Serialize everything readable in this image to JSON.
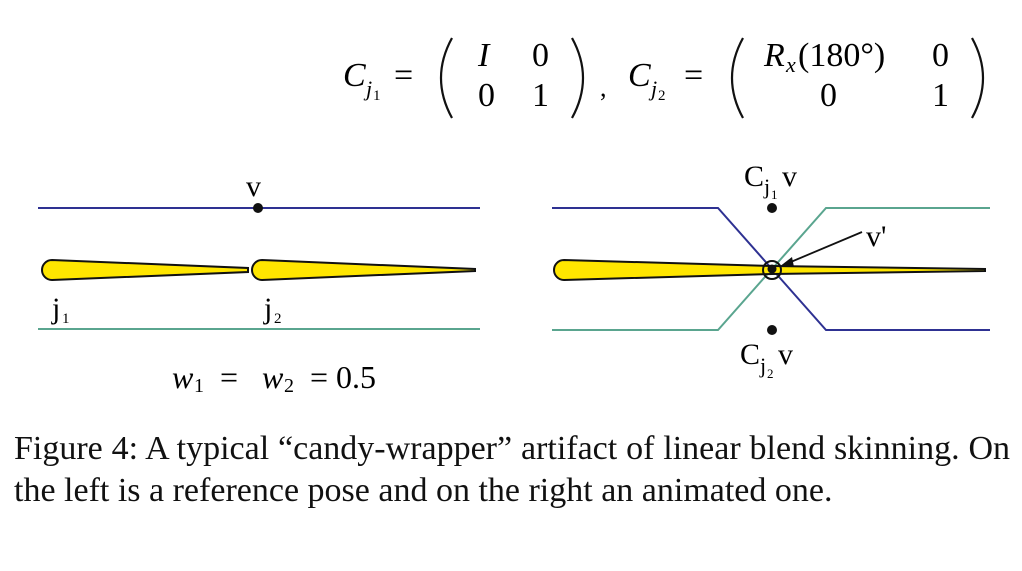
{
  "equation": {
    "c_symbol": "C",
    "j_symbol": "j",
    "sub1": "1",
    "sub2": "2",
    "equals": "=",
    "separator": ",",
    "m1": {
      "a": "I",
      "b": "0",
      "c": "0",
      "d": "1"
    },
    "m2": {
      "a_func": "R",
      "a_sub": "x",
      "a_arg": "(180°)",
      "b": "0",
      "c": "0",
      "d": "1"
    }
  },
  "left_panel": {
    "vertex_label": "v",
    "joint1_label": "j",
    "joint1_sub": "1",
    "joint2_label": "j",
    "joint2_sub": "2",
    "weights_w1": "w",
    "weights_w1_sub": "1",
    "weights_mid": "=",
    "weights_w2": "w",
    "weights_w2_sub": "2",
    "weights_value": "= 0.5"
  },
  "right_panel": {
    "top_label_c": "C",
    "top_label_j": "j",
    "top_label_sub": "1",
    "top_label_v": "v",
    "bottom_label_c": "C",
    "bottom_label_j": "j",
    "bottom_label_sub": "2",
    "bottom_label_v": "v",
    "result_label": "v'"
  },
  "colors": {
    "blue_line": "#2e3192",
    "teal_line": "#5aa58f",
    "bone_fill": "#ffe600"
  },
  "caption": "Figure 4: A typical “candy-wrapper” artifact of linear blend skinning. On the left is a reference pose and on the right an animated one."
}
